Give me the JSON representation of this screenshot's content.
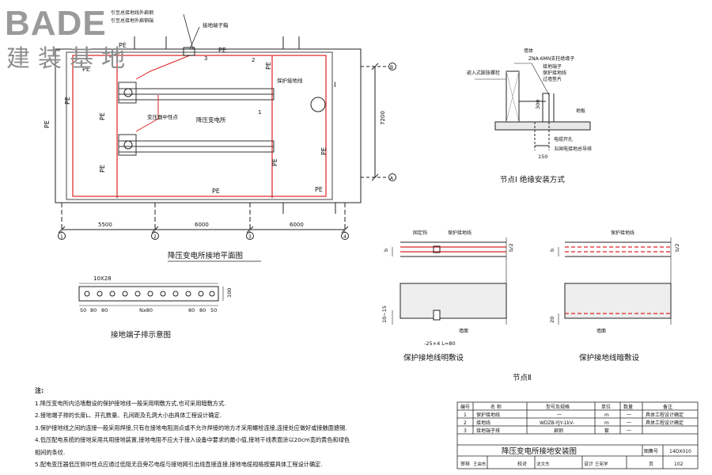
{
  "logo": {
    "brand": "BADE",
    "sub": "建装基地"
  },
  "plan": {
    "title": "降压变电所接地平面图",
    "room_label": "降压变电所",
    "pe_label": "PE",
    "pe_count": 12,
    "transformer_label": "变压器中性点",
    "protect_label": "保护接地线",
    "terminal_label": "接地端子箱",
    "top_note1": "引至总接地线外扁钢",
    "top_note2": "引至总接地外扁钢端",
    "dim_width": "7200",
    "dims": [
      "5500",
      "6000",
      "6000"
    ],
    "axis_cols": [
      "1",
      "2",
      "3",
      "4"
    ],
    "axis_rows": [
      "B",
      "A"
    ],
    "markers": [
      "1",
      "2",
      "3"
    ],
    "roman_one": "Ⅰ"
  },
  "node1": {
    "title": "节点Ⅰ  绝缘安装方式",
    "labels": [
      "墙体",
      "ZNA-6MN支柱绝缘子",
      "接地端子",
      "保护接地线",
      "过墙垫片",
      "嵌入式膨胀螺栓",
      "地板",
      "电缆开孔",
      "五国电接地总导排"
    ],
    "dims": [
      "300",
      "150"
    ]
  },
  "terminal": {
    "title": "接地端子排示意图",
    "top_dim": "10X28",
    "bottom_dims": [
      "50",
      "80",
      "80",
      "Nx80",
      "80",
      "80",
      "50"
    ],
    "side_dim": "100"
  },
  "open_install": {
    "title": "保护接地线明敷设",
    "labels": [
      "固定钩",
      "保护接地线",
      "墙面"
    ],
    "dims": [
      "b",
      "b/2",
      "10~15",
      "-25×4  L=80"
    ]
  },
  "hidden_install": {
    "title": "保护接地线暗敷设",
    "labels": [
      "保护接地线",
      "墙面"
    ],
    "dims": [
      "b",
      "b/2",
      "20"
    ]
  },
  "node2": {
    "title": "节点Ⅱ"
  },
  "notes": {
    "title": "注:",
    "items": [
      "1.降压变电所内沿墙敷设的保护接地线一般采用明敷方式,也可采用暗敷方式.",
      "2.接地端子排的长度L、开孔数量、孔间距及孔洞大小由具体工程设计确定.",
      "3.保护接地线之间的连接一般采用焊接,只有在接地电阻测点或不允许焊接的地方才采用螺栓连接,连接处应做好或接触面搪锡.",
      "4.低压配电系统的接地采用共用接地装置,接地电阻不应大于接入设备中要求的最小值,接地干线表面涂以20cm宽的黄色和绿色",
      "   相间的条纹.",
      "5.配电变压器低压侧中性点应通过低阻无自旁芯电缆与接地网引出线直接连接,接地电缆规格按据具体工程设计确定."
    ]
  },
  "table": {
    "headers": [
      "编号",
      "名  称",
      "型号及规格",
      "单位",
      "数量",
      "备注"
    ],
    "rows": [
      [
        "1",
        "保护接地线",
        "一",
        "m",
        "一",
        "具体工程设计确定"
      ],
      [
        "2",
        "接地线",
        "WDZB-YJY-1kV-",
        "m",
        "一",
        "具体工程设计确定"
      ],
      [
        "3",
        "接地端子排",
        "扁铜",
        "套",
        "一",
        ""
      ]
    ]
  },
  "titleblock": {
    "title": "降压变电所接地安装图",
    "atlas_label": "图集号",
    "atlas_no": "14DX010",
    "review_label": "审核",
    "review_name": "王由东",
    "check_label": "校对",
    "check_name": "沈文杰",
    "design_label": "设计",
    "design_name": "王宪学",
    "page_label": "页",
    "page_no": "102"
  }
}
